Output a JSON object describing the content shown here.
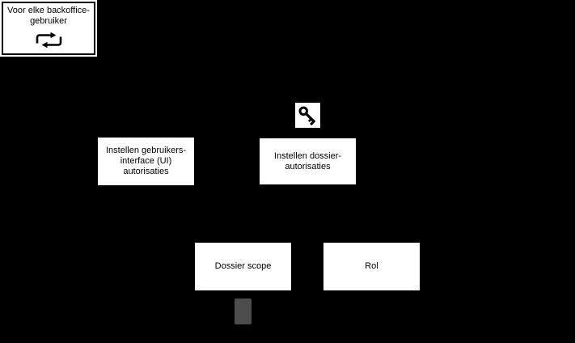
{
  "colors": {
    "background": "#000000",
    "node_fill": "#ffffff",
    "node_border": "#000000",
    "node_text": "#000000",
    "marker_gray": "#4d4d4d"
  },
  "nodes": {
    "foreach_group": {
      "label": "Voor elke backoffice-\ngebruiker",
      "icon": "loop-arrows-icon"
    },
    "ui_auth_task": {
      "label": "Instellen gebruikers-\ninterface (UI)\nautorisaties"
    },
    "dossier_auth_task": {
      "label": "Instellen dossier-\nautorisaties",
      "icon": "key-icon"
    },
    "dossier_scope": {
      "label": "Dossier scope"
    },
    "rol": {
      "label": "Rol"
    }
  }
}
